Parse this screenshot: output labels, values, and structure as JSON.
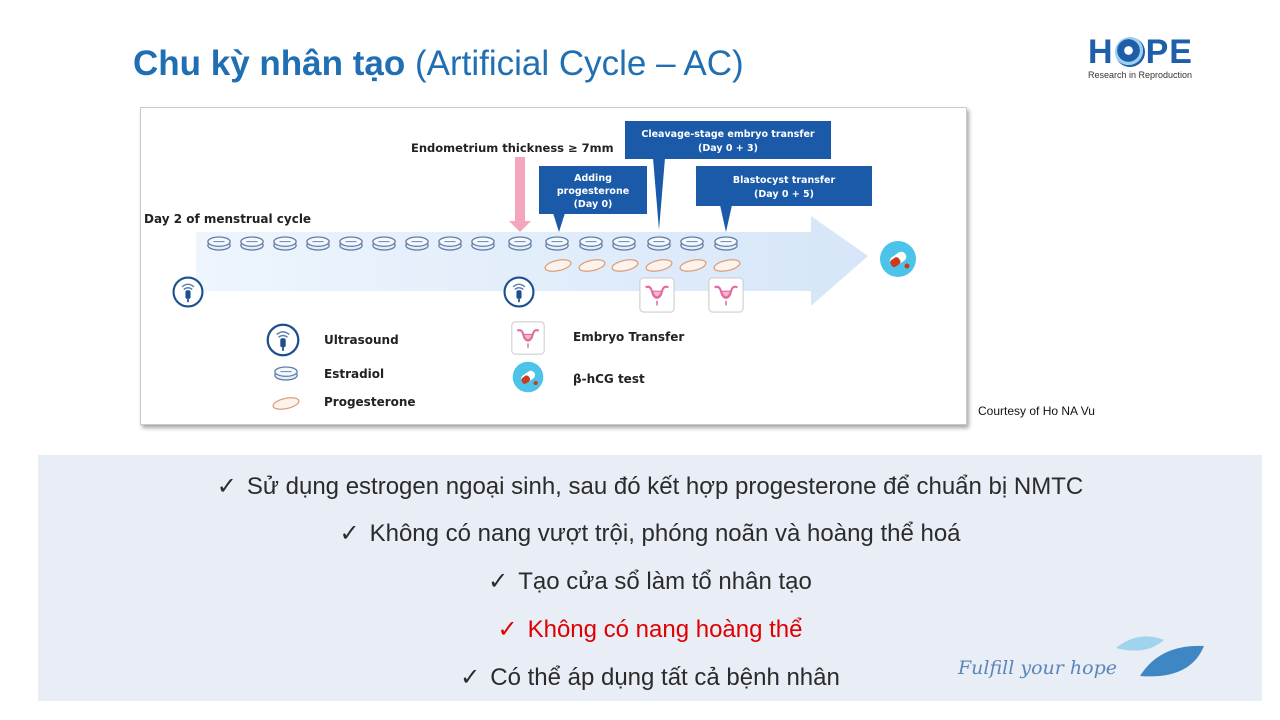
{
  "title": {
    "bold": "Chu kỳ nhân tạo",
    "rest": "(Artificial Cycle – AC)"
  },
  "logo": {
    "word_left": "H",
    "word_right": "PE",
    "subtitle": "Research in Reproduction"
  },
  "figure": {
    "endometrium_label": "Endometrium thickness ≥ 7mm",
    "day2_label": "Day 2 of menstrual cycle",
    "adding_progesterone": [
      "Adding",
      "progesterone",
      "(Day 0)"
    ],
    "cleavage_transfer": [
      "Cleavage-stage embryo transfer",
      "(Day 0 + 3)"
    ],
    "blastocyst_transfer": [
      "Blastocyst transfer",
      "(Day 0 + 5)"
    ],
    "legend": {
      "ultrasound": "Ultrasound",
      "estradiol": "Estradiol",
      "progesterone": "Progesterone",
      "embryo_transfer": "Embryo Transfer",
      "bhcg": "β-hCG test"
    },
    "colors": {
      "callout": "#1a5aa8",
      "arrow": "#dbe9f8",
      "pink_arrow": "#f4a6bc",
      "estradiol": "#6f8fb6",
      "progesterone": "#e2b39a"
    }
  },
  "courtesy": "Courtesy of Ho NA Vu",
  "bullets": [
    {
      "check": "✓",
      "text": "Sử dụng estrogen ngoại sinh, sau đó kết hợp progesterone để chuẩn bị NMTC",
      "color": "#2b2b2b"
    },
    {
      "check": "✓",
      "text": "Không có nang vượt trội, phóng noãn và hoàng thể hoá",
      "color": "#2b2b2b"
    },
    {
      "check": "✓",
      "text": "Tạo cửa sổ làm tổ nhân tạo",
      "color": "#2b2b2b"
    },
    {
      "check": "✓",
      "text": "Không có nang hoàng thể",
      "color": "#e00000"
    },
    {
      "check": "✓",
      "text": "Có thể áp dụng tất cả bệnh nhân",
      "color": "#2b2b2b"
    }
  ],
  "tagline": "Fulfill your hope"
}
